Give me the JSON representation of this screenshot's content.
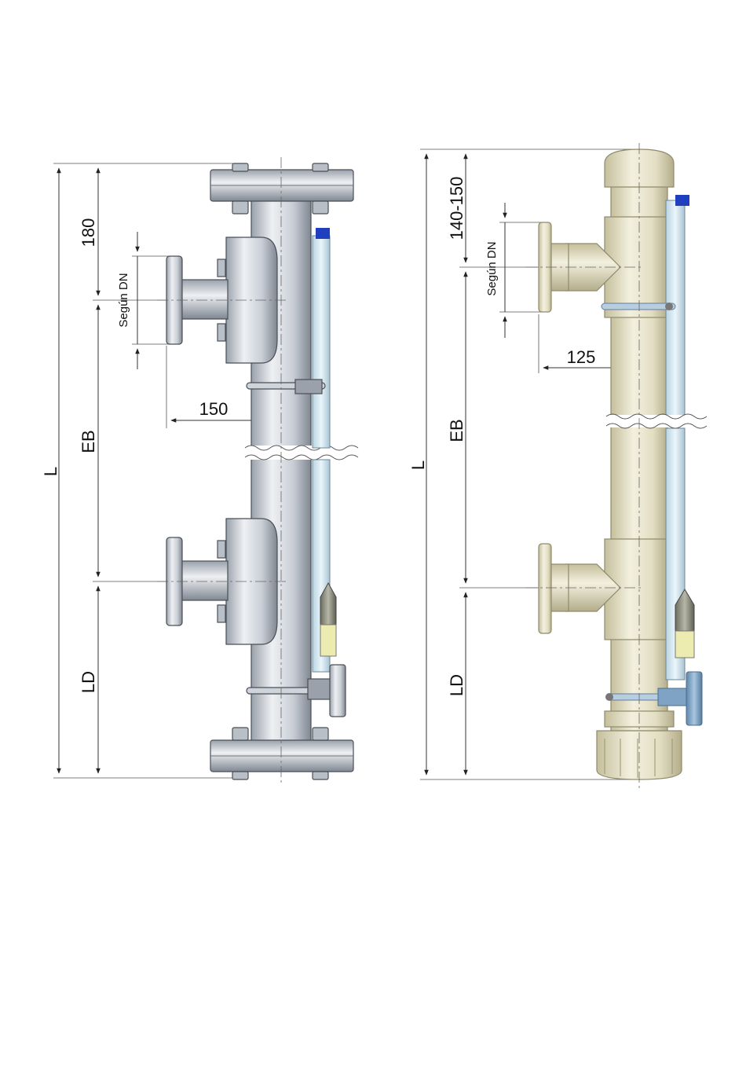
{
  "left_drawing": {
    "total_length_label": "L",
    "top_offset_label": "180",
    "connection_size_label": "Según DN",
    "lateral_distance_label": "150",
    "center_distance_label": "EB",
    "bottom_offset_label": "LD"
  },
  "right_drawing": {
    "total_length_label": "L",
    "top_offset_label": "140-150",
    "connection_size_label": "Según DN",
    "lateral_distance_label": "125",
    "center_distance_label": "EB",
    "bottom_offset_label": "LD"
  },
  "colors": {
    "steel_light": "#e6e9ee",
    "steel_dark": "#8d949e",
    "pvc_light": "#f1eedc",
    "pvc_dark": "#c2bc9a",
    "indicator_glass": "#d9ecf5",
    "indicator_cap": "#1f3fbf",
    "float_body": "#9a9a8a",
    "float_band": "#ecebb0",
    "bracket_blue": "#7fa3c4"
  }
}
